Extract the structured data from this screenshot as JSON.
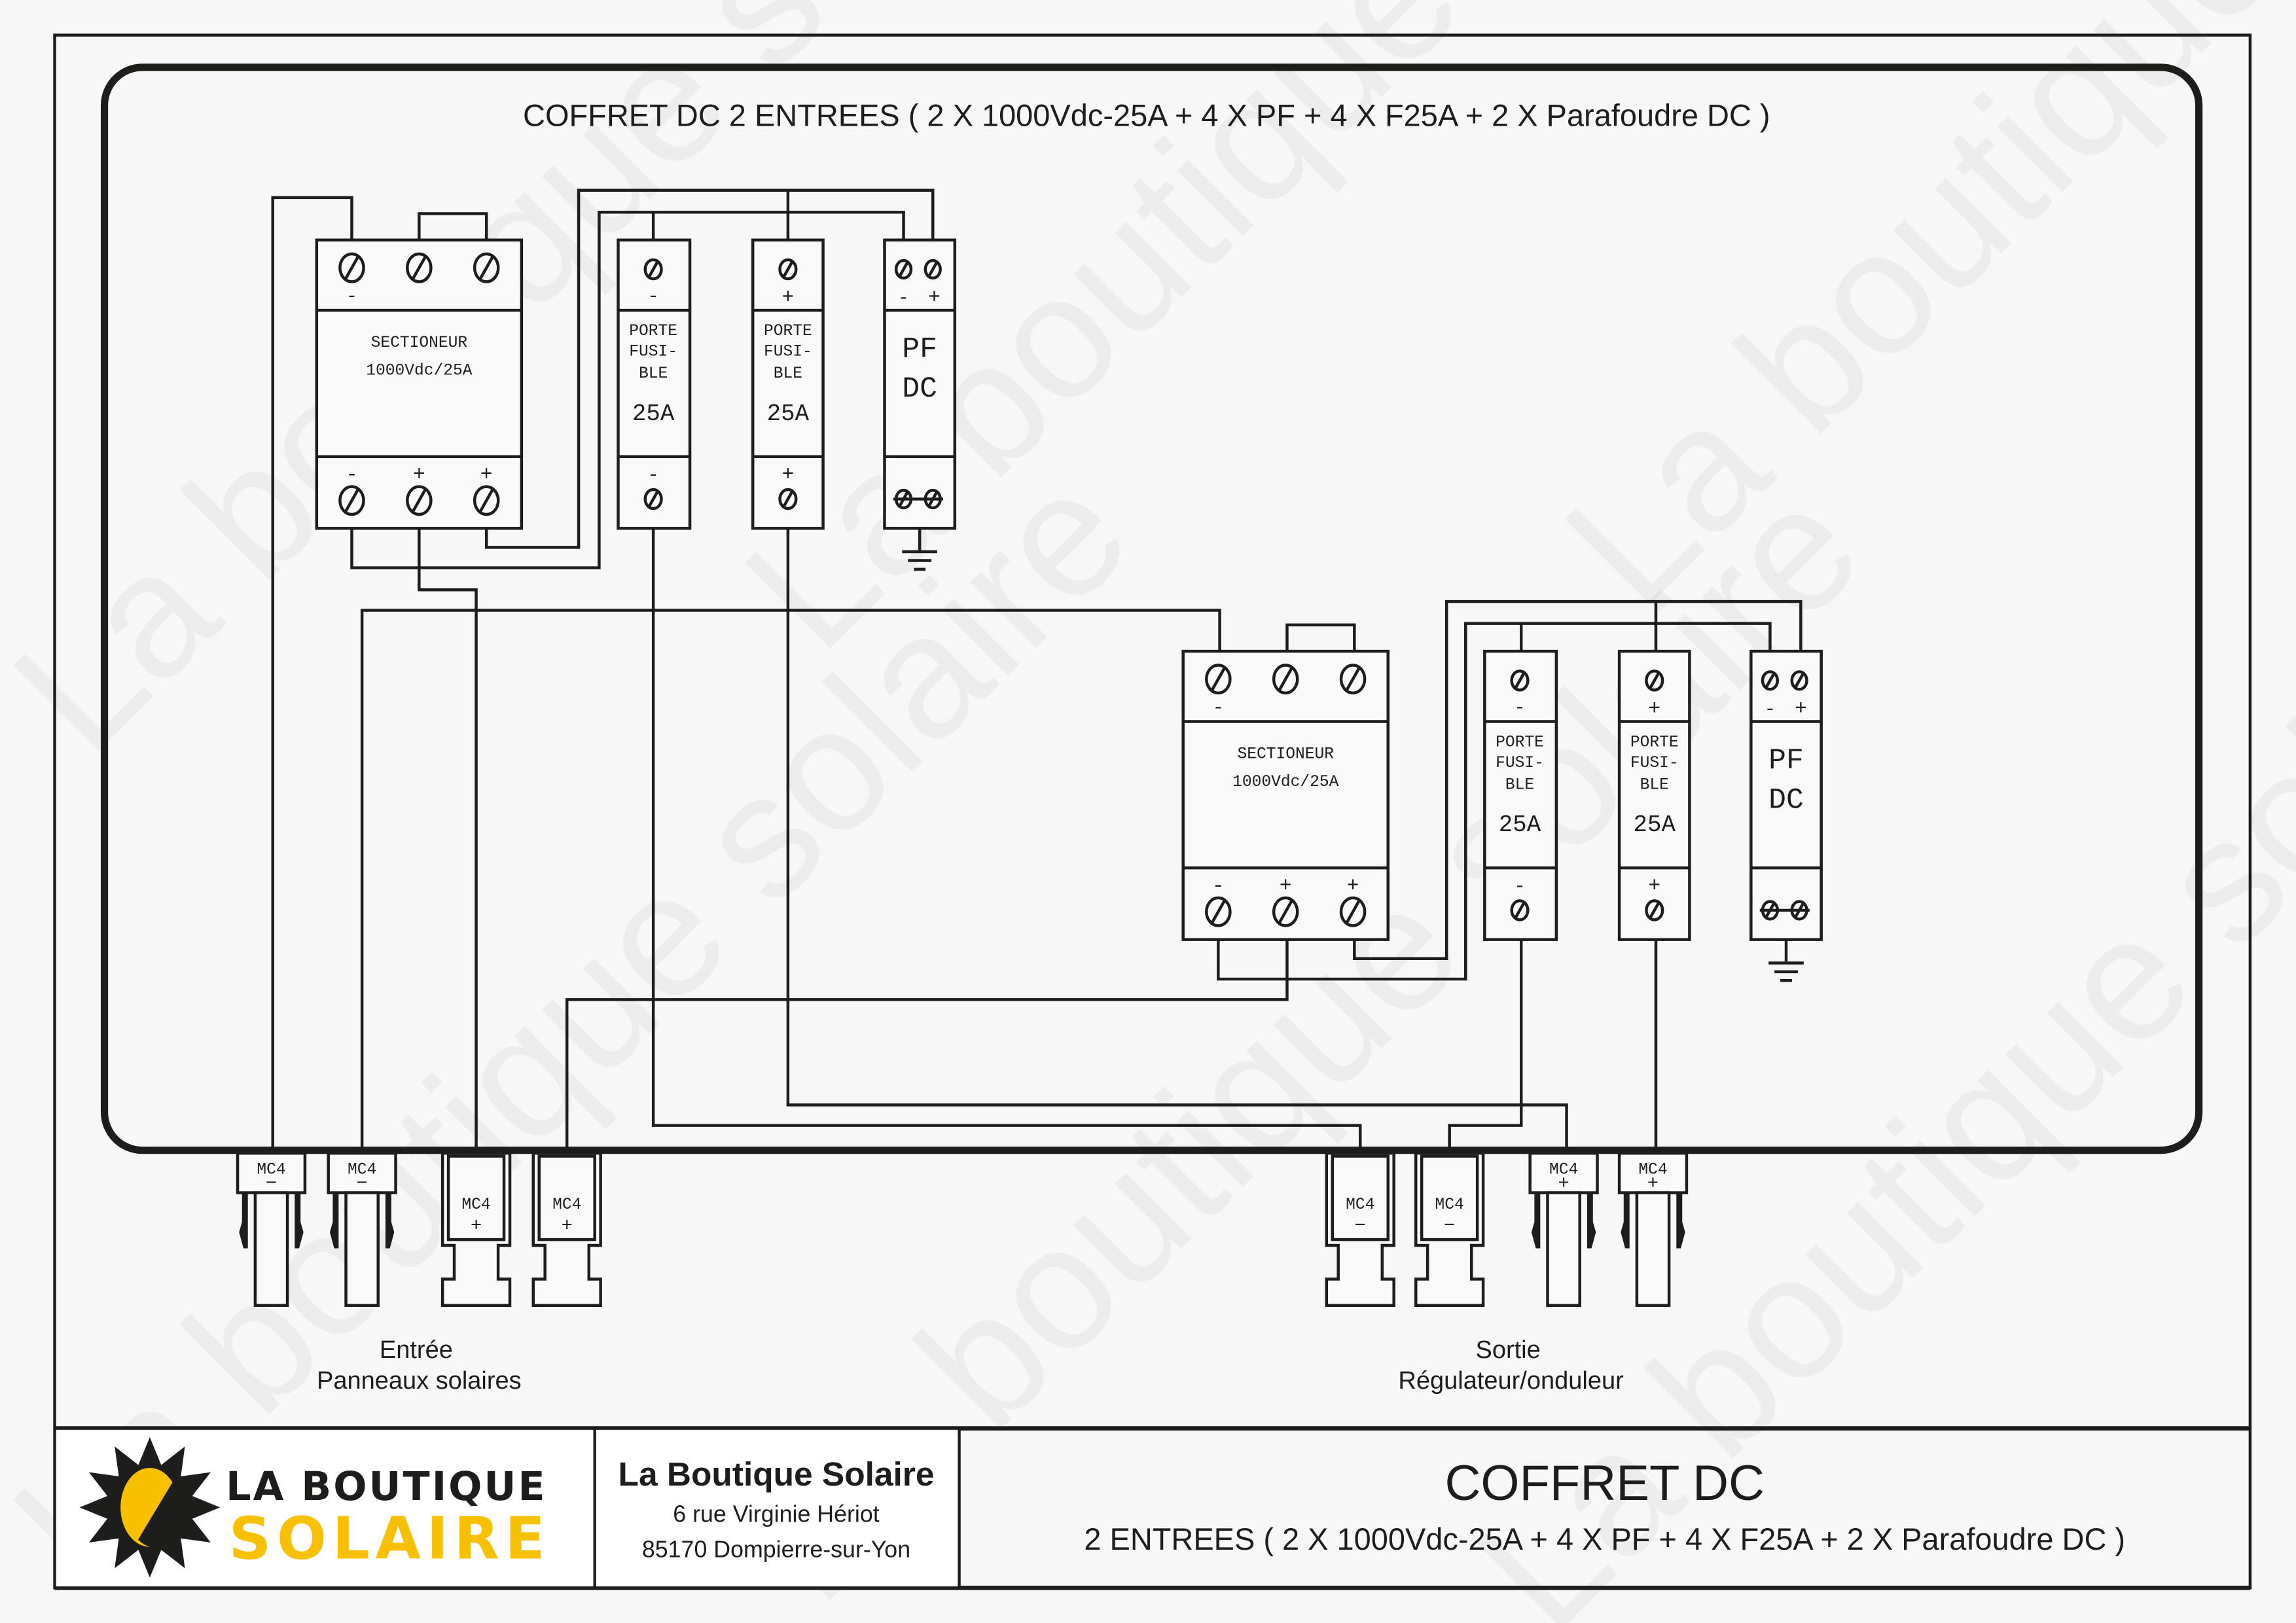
{
  "diagram_title": "COFFRET DC 2 ENTREES ( 2 X 1000Vdc-25A + 4 X PF + 4 X F25A + 2 X Parafoudre DC )",
  "module": {
    "sectioneur": {
      "line1": "SECTIONEUR",
      "line2": "1000Vdc/25A",
      "top_minus": "-",
      "bottom_labels": [
        "-",
        "+",
        "+"
      ]
    },
    "fuse_minus": {
      "line1": "PORTE",
      "line2": "FUSI-",
      "line3": "BLE",
      "rating": "25A",
      "sign": "-"
    },
    "fuse_plus": {
      "line1": "PORTE",
      "line2": "FUSI-",
      "line3": "BLE",
      "rating": "25A",
      "sign": "+"
    },
    "pf": {
      "line1": "PF",
      "line2": "DC",
      "minus": "-",
      "plus": "+"
    }
  },
  "connectors": [
    {
      "label": "MC4",
      "sign": "−"
    },
    {
      "label": "MC4",
      "sign": "−"
    },
    {
      "label": "MC4",
      "sign": "+"
    },
    {
      "label": "MC4",
      "sign": "+"
    },
    {
      "label": "MC4",
      "sign": "−"
    },
    {
      "label": "MC4",
      "sign": "−"
    },
    {
      "label": "MC4",
      "sign": "+"
    },
    {
      "label": "MC4",
      "sign": "+"
    }
  ],
  "input_label": {
    "line1": "Entrée",
    "line2": "Panneaux solaires"
  },
  "output_label": {
    "line1": "Sortie",
    "line2": "Régulateur/onduleur"
  },
  "title_block": {
    "logo": {
      "line1": "LA BOUTIQUE",
      "line2": "SOLAIRE"
    },
    "company": "La Boutique Solaire",
    "address1": "6 rue Virginie Hériot",
    "address2": "85170 Dompierre-sur-Yon",
    "title": "COFFRET DC",
    "subtitle": "2 ENTREES ( 2 X 1000Vdc-25A + 4 X PF + 4 X F25A + 2 X Parafoudre DC )"
  },
  "watermark": "La boutique solaire",
  "colors": {
    "ink": "#1d1d1b",
    "brand_yellow": "#f9c000",
    "background": "#f7f7f7"
  }
}
